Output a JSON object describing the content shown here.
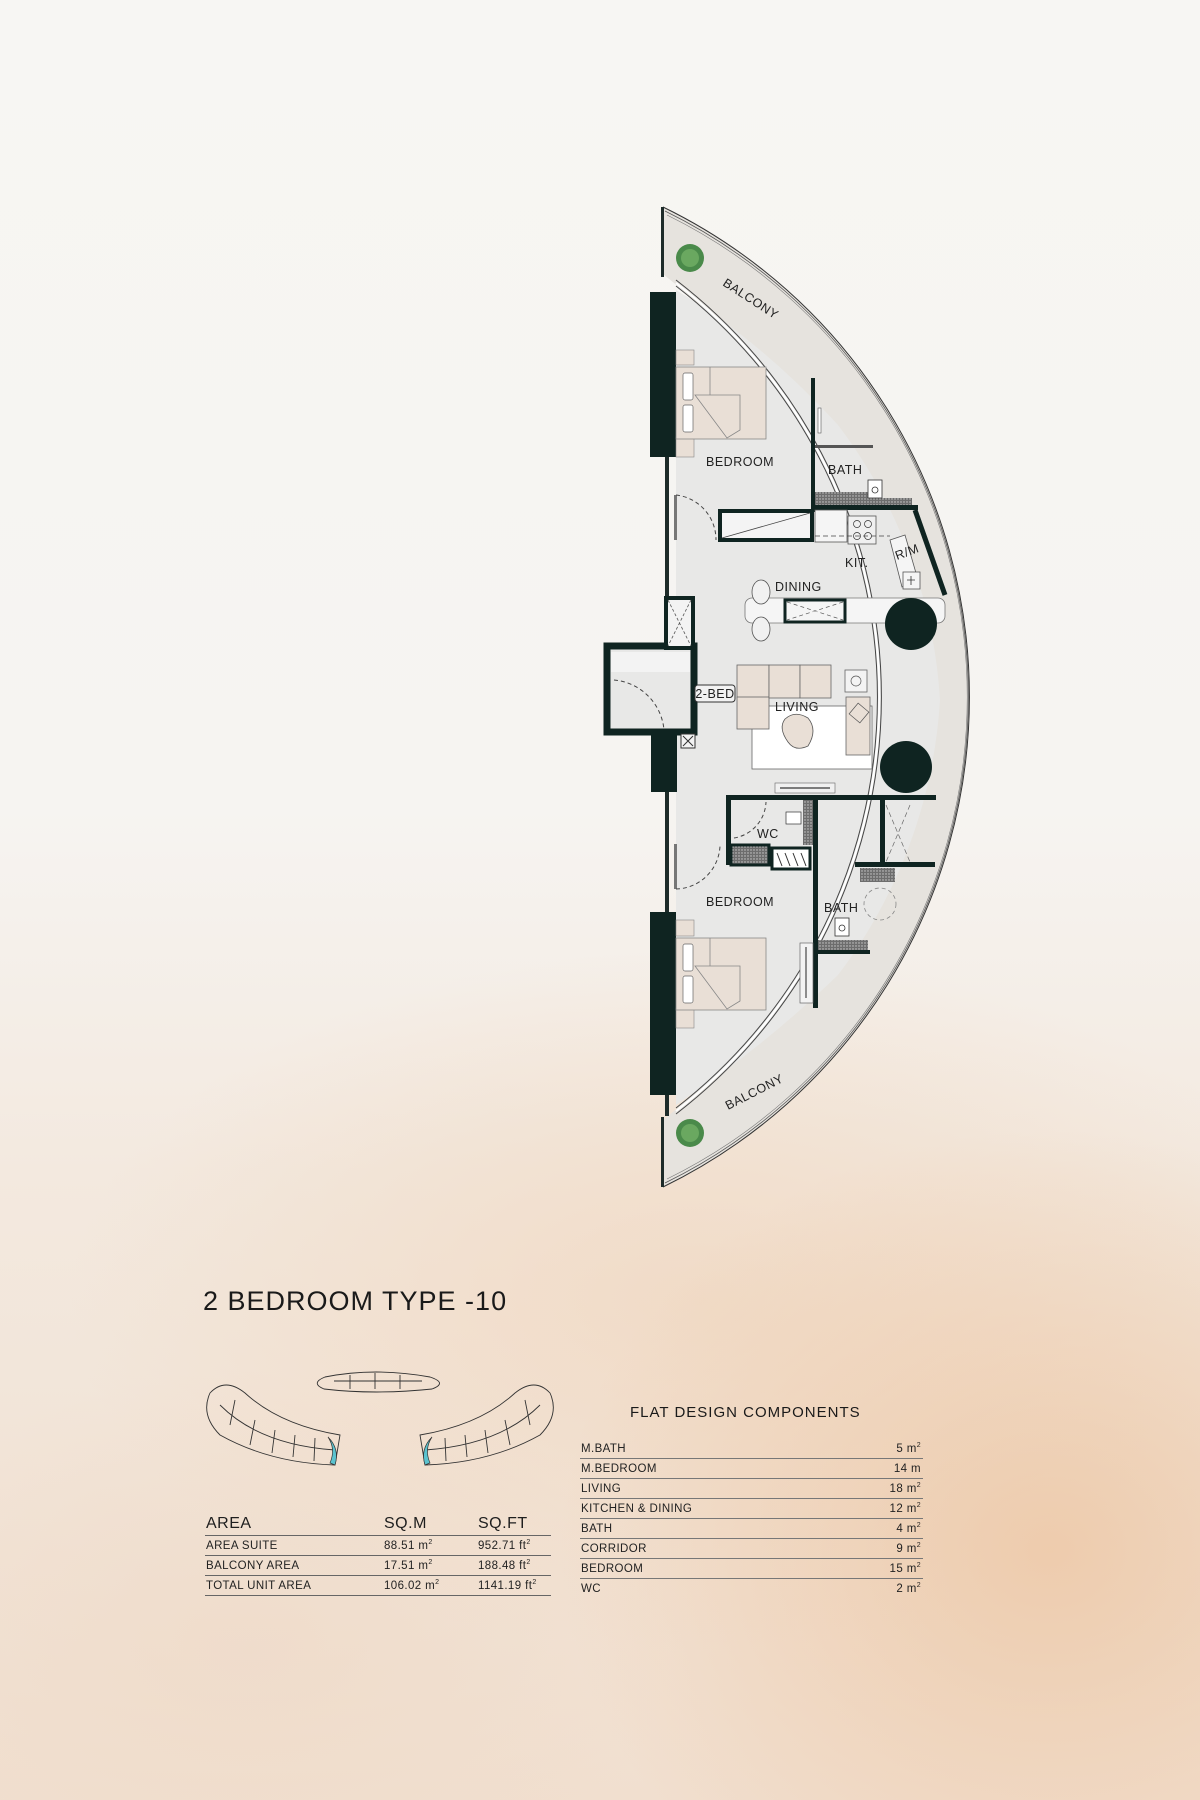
{
  "floorplan": {
    "rooms": {
      "balcony_top": "BALCONY",
      "bedroom_top": "BEDROOM",
      "bath_top": "BATH",
      "kitchen": "KIT.",
      "fridge": "R/M",
      "dining": "DINING",
      "living": "LIVING",
      "entry_tag": "2-BED",
      "wc": "WC",
      "bedroom_bottom": "BEDROOM",
      "bath_bottom": "BATH",
      "balcony_bottom": "BALCONY"
    },
    "colors": {
      "floor": "#e8e8e7",
      "wall": "#0f2421",
      "furniture": "#e9dfd6",
      "balcony": "#e6e3de",
      "plant": "#4a8a4a",
      "keyplan_highlight": "#5bc3cf"
    }
  },
  "unit": {
    "title": "2 BEDROOM TYPE -10"
  },
  "area_table": {
    "headers": [
      "AREA",
      "SQ.M",
      "SQ.FT"
    ],
    "rows": [
      {
        "label": "AREA SUITE",
        "sqm": "88.51 m",
        "sqft": "952.71 ft"
      },
      {
        "label": "BALCONY AREA",
        "sqm": "17.51 m",
        "sqft": "188.48 ft"
      },
      {
        "label": "TOTAL UNIT AREA",
        "sqm": "106.02 m",
        "sqft": "1141.19 ft"
      }
    ],
    "unit_exp": "2"
  },
  "components": {
    "title": "FLAT DESIGN COMPONENTS",
    "rows": [
      {
        "label": "M.BATH",
        "value": "5 m",
        "exp": "2"
      },
      {
        "label": "M.BEDROOM",
        "value": "14 m",
        "exp": ""
      },
      {
        "label": "LIVING",
        "value": "18 m",
        "exp": "2"
      },
      {
        "label": "KITCHEN & DINING",
        "value": "12 m",
        "exp": "2"
      },
      {
        "label": "BATH",
        "value": "4 m",
        "exp": "2"
      },
      {
        "label": "CORRIDOR",
        "value": "9 m",
        "exp": "2"
      },
      {
        "label": "BEDROOM",
        "value": "15 m",
        "exp": "2"
      },
      {
        "label": "WC",
        "value": "2 m",
        "exp": "2"
      }
    ]
  }
}
